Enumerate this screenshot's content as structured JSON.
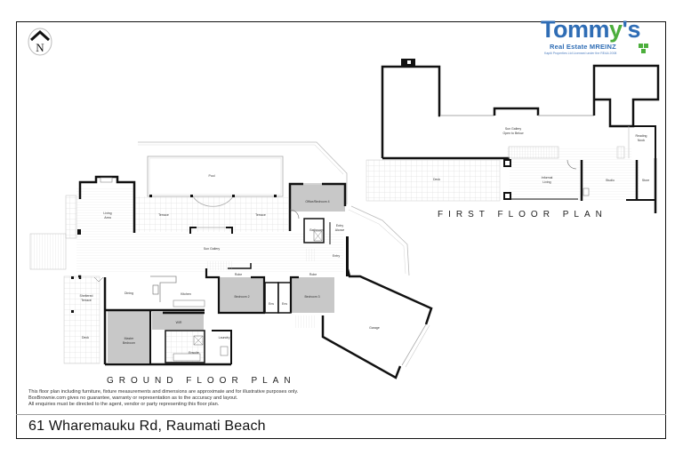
{
  "compass": {
    "label": "N"
  },
  "logo": {
    "brand_prefix": "Tomm",
    "brand_accent": "y",
    "brand_suffix": "'s",
    "subtitle": "Real Estate MREINZ",
    "fine_print": "Kapiti Properties Ltd Licensed under the REAA 2008",
    "colors": {
      "primary": "#2f6db5",
      "accent": "#4cae3c"
    }
  },
  "first_floor": {
    "title": "FIRST FLOOR PLAN",
    "rooms": {
      "sun_gallery": "Sun Gallery",
      "sun_gallery_note": "Open to Below",
      "reading_nook_1": "Reading",
      "reading_nook_2": "Nook",
      "deck": "Deck",
      "informal_living_1": "Informal",
      "informal_living_2": "Living",
      "studio": "Studio",
      "store": "Store"
    }
  },
  "ground_floor": {
    "title": "GROUND FLOOR PLAN",
    "rooms": {
      "pool": "Pool",
      "living_area_1": "Living",
      "living_area_2": "Area",
      "terrace_left": "Terrace",
      "terrace_right": "Terrace",
      "office": "Office/Bedroom 4",
      "bathroom": "Bathroom",
      "entry_alcove_1": "Entry",
      "entry_alcove_2": "Alcove",
      "entry": "Entry",
      "sun_gallery": "Sun Gallery",
      "sheltered_terrace_1": "Sheltered",
      "sheltered_terrace_2": "Terrace",
      "dining": "Dining",
      "kitchen": "Kitchen",
      "robe_2": "Robe",
      "robe_3": "Robe",
      "bedroom_2": "Bedroom 2",
      "bedroom_3": "Bedroom 3",
      "ens_1": "Ens",
      "ens_2": "Ens",
      "deck": "Deck",
      "master_1": "Master",
      "master_2": "Bedroom",
      "wir": "WIR",
      "ensuite": "Ensuite",
      "laundry": "Laundry",
      "garage": "Garage"
    }
  },
  "disclaimer": {
    "line1": "This floor plan including furniture, fixture measurements and dimensions are approximate and for illustrative purposes only.",
    "line2": "BoxBrownie.com gives no guarantee, warranty or representation as to the accuracy and layout.",
    "line3": "All enquiries must be directed to the agent, vendor or party representing this floor plan."
  },
  "address": "61 Wharemauku Rd, Raumati Beach"
}
